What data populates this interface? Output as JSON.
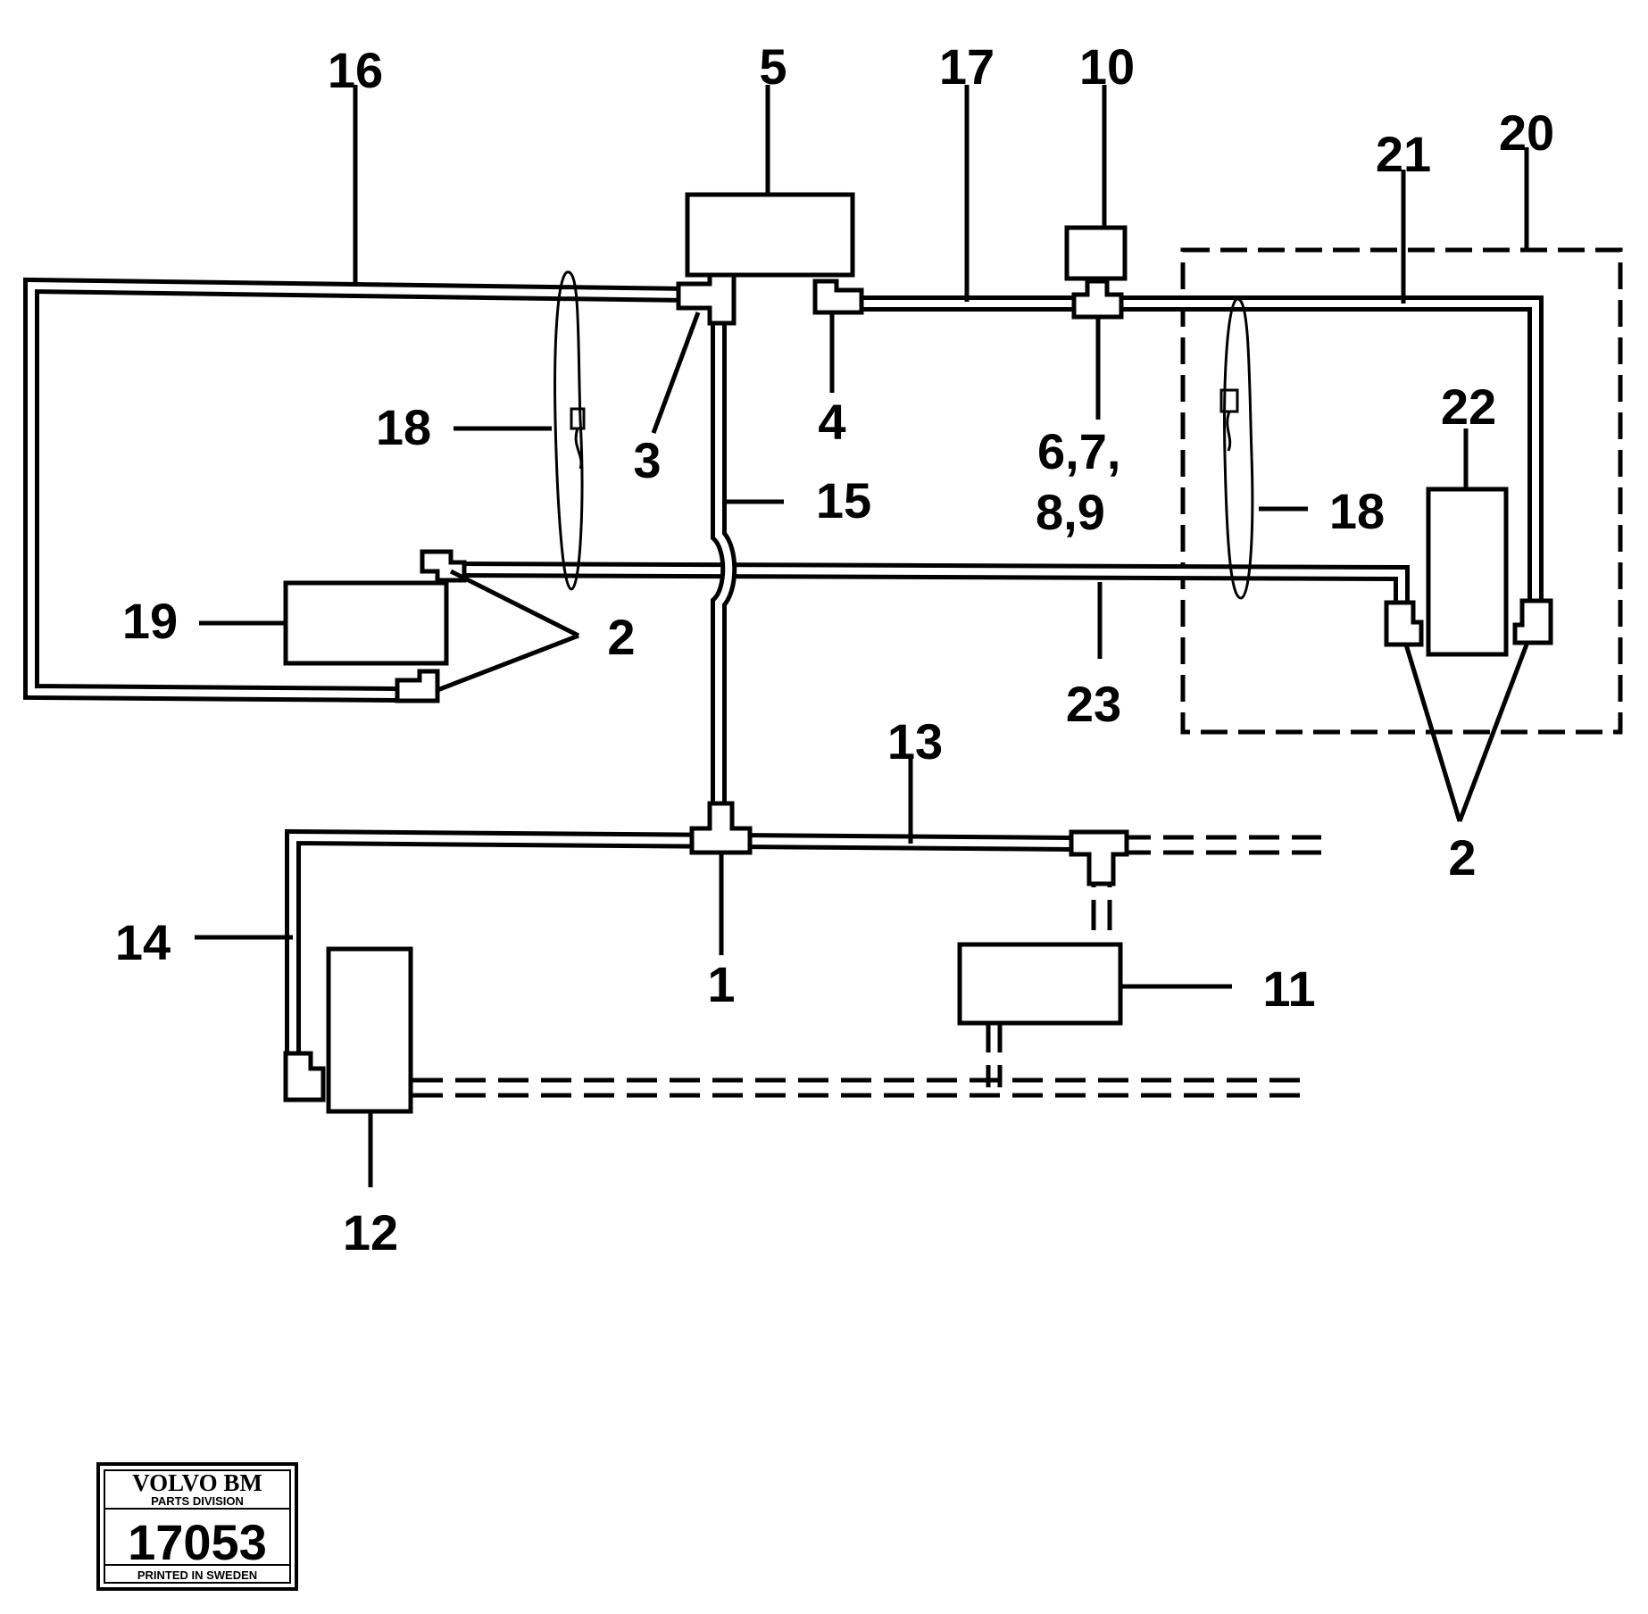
{
  "labels": {
    "l1": "1",
    "l2a": "2",
    "l2b": "2",
    "l3": "3",
    "l4": "4",
    "l5": "5",
    "l6_line1": "6,7,",
    "l6_line2": "8,9",
    "l10": "10",
    "l11": "11",
    "l12": "12",
    "l13": "13",
    "l14": "14",
    "l15": "15",
    "l16": "16",
    "l17": "17",
    "l18a": "18",
    "l18b": "18",
    "l19": "19",
    "l20": "20",
    "l21": "21",
    "l22": "22",
    "l23": "23"
  },
  "stamp": {
    "brand": "VOLVO BM",
    "division": "PARTS DIVISION",
    "number": "17053",
    "footer": "PRINTED IN SWEDEN"
  }
}
